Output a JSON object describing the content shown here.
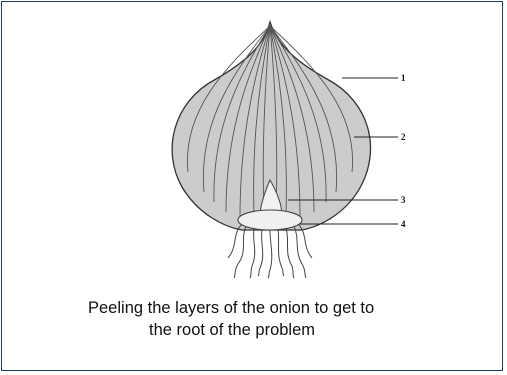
{
  "diagram": {
    "labels": [
      "1",
      "2",
      "3",
      "4"
    ]
  },
  "caption": {
    "line1": "Peeling the layers of the onion to get to",
    "line2": "the root of the problem"
  }
}
